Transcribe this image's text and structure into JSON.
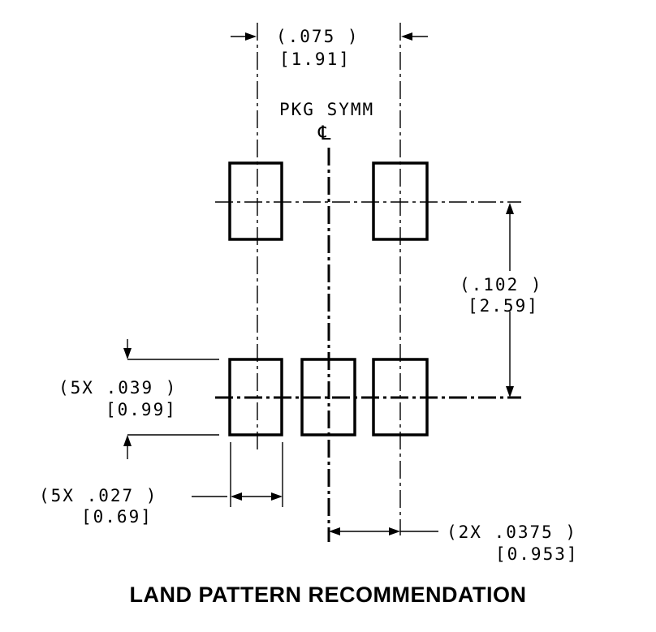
{
  "pitch_dim": {
    "inch": "(.075 )",
    "mm": "[1.91]"
  },
  "symmetry_label": "PKG SYMM",
  "symmetry_symbol": "℄",
  "row_spacing_dim": {
    "inch": "(.102 )",
    "mm": "[2.59]"
  },
  "pad_length_dim": {
    "inch": "(5X .039 )",
    "mm": "[0.99]"
  },
  "pad_width_dim": {
    "inch": "(5X .027 )",
    "mm": "[0.69]"
  },
  "offset_dim": {
    "inch": "(2X .0375 )",
    "mm": "[0.953]"
  },
  "title": "LAND PATTERN RECOMMENDATION",
  "pad_count": 5,
  "colors": {
    "line": "#000000",
    "background": "#ffffff"
  }
}
